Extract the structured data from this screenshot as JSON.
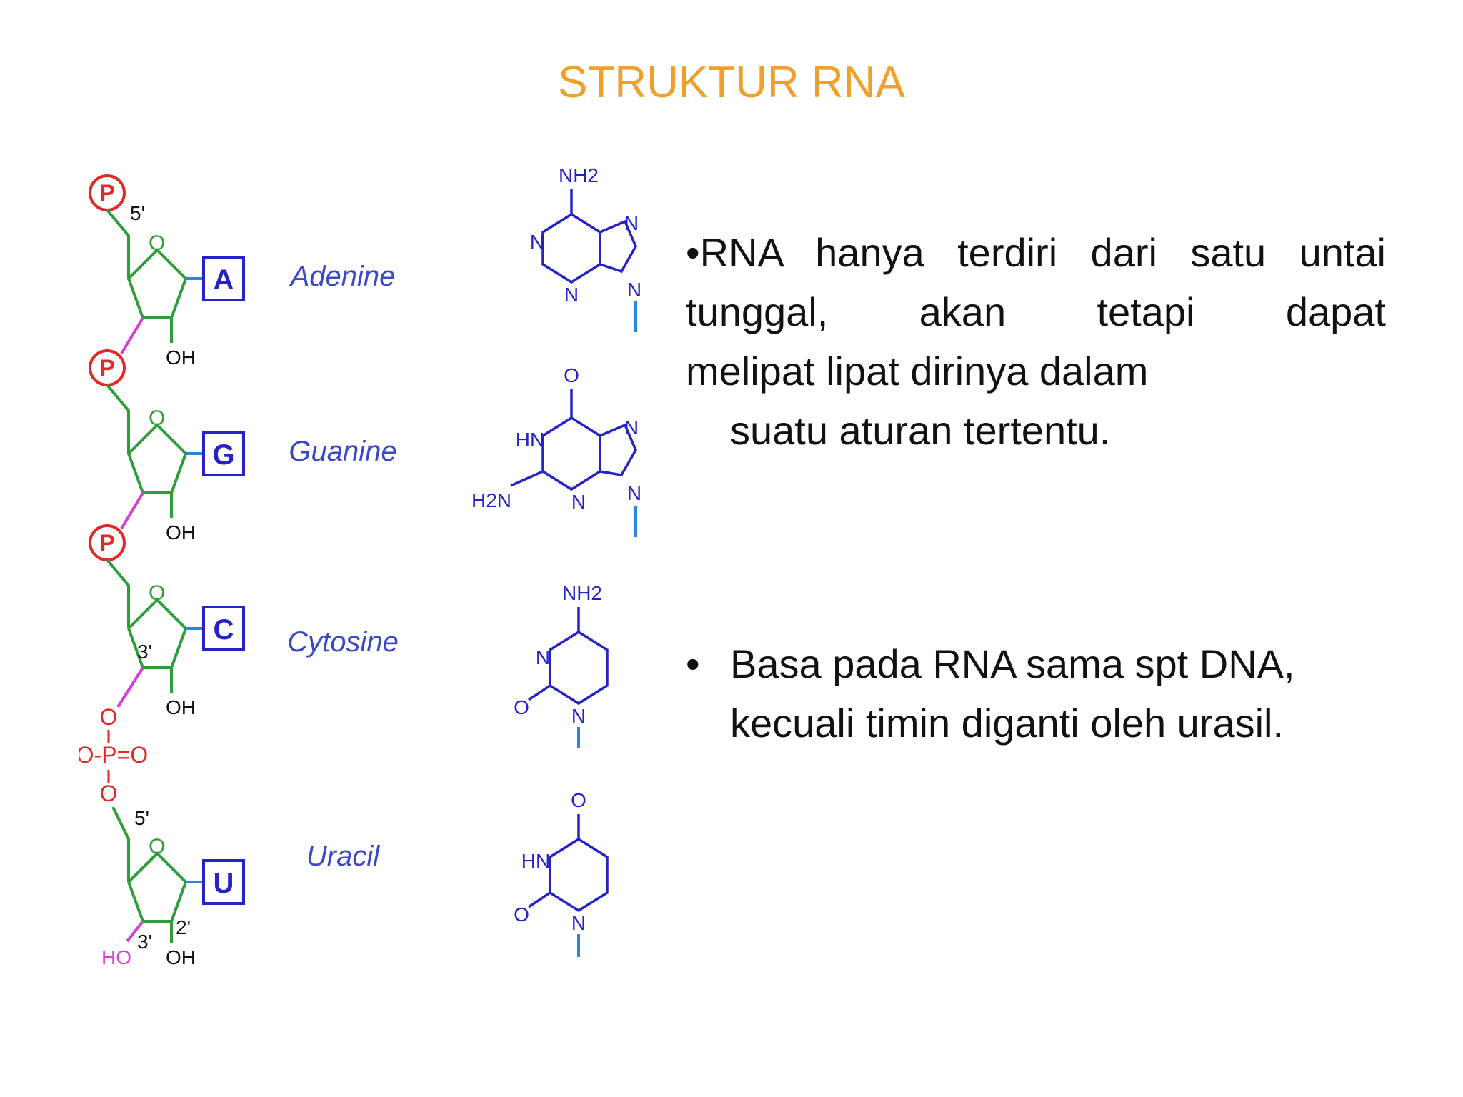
{
  "slide": {
    "title": "STRUKTUR RNA"
  },
  "figure": {
    "phosphate_label": "P",
    "five_prime": "5'",
    "three_prime": "3'",
    "two_prime": "2'",
    "ring_oxygen": "O",
    "oh_label": "OH",
    "ho_label": "HO",
    "phosphodiester": {
      "o_top": "O",
      "row": "-O-P=O",
      "o_bottom": "O"
    },
    "nucleotides": [
      {
        "letter": "A",
        "name": "Adenine"
      },
      {
        "letter": "G",
        "name": "Guanine"
      },
      {
        "letter": "C",
        "name": "Cytosine"
      },
      {
        "letter": "U",
        "name": "Uracil"
      }
    ],
    "base_atoms": {
      "nh2": "NH2",
      "n": "N",
      "o": "O",
      "hn": "HN",
      "h2n": "H2N"
    },
    "colors": {
      "phosphate": "#e02a2a",
      "sugar": "#2f9e3a",
      "base": "#2323c8",
      "link": "#d53fd5",
      "label": "#3b49c6"
    }
  },
  "bullets": [
    {
      "marker": "•",
      "line1": "RNA  hanya  terdiri   dari  satu  untai",
      "line2": "tunggal,      akan   tetapi        dapat",
      "line3": "melipat lipat dirinya dalam",
      "line4": "suatu aturan tertentu."
    },
    {
      "marker": "•",
      "line1": "Basa  pada RNA sama spt DNA,",
      "line2": "kecuali  timin diganti oleh urasil."
    }
  ]
}
